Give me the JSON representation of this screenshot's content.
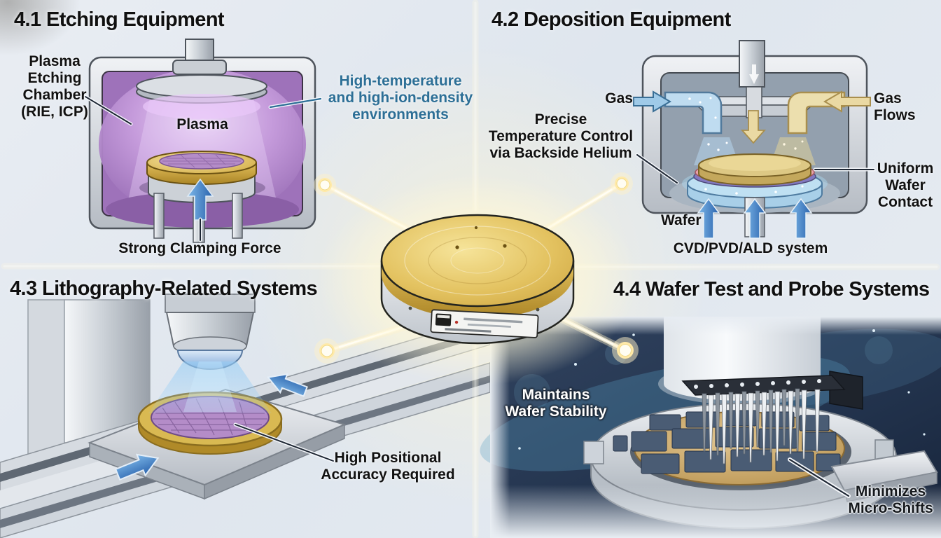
{
  "quadrants": {
    "etching": {
      "title": "4.1 Etching Equipment",
      "chamber_label": "Plasma\nEtching\nChamber\n(RIE, ICP)",
      "plasma_label": "Plasma",
      "environment_label": "High-temperature\nand high-ion-density\nenvironments",
      "clamping_label": "Strong Clamping Force"
    },
    "deposition": {
      "title": "4.2 Deposition Equipment",
      "gas_in_label": "Gas",
      "gas_flows_label": "Gas Flows",
      "temperature_label": "Precise\nTemperature Control\nvia Backside Helium",
      "wafer_label": "Wafer",
      "system_label": "CVD/PVD/ALD system",
      "contact_label": "Uniform\nWafer\nContact"
    },
    "lithography": {
      "title": "4.3 Lithography-Related Systems",
      "accuracy_label": "High Positional\nAccuracy Required"
    },
    "probe": {
      "title": "4.4 Wafer Test and Probe Systems",
      "stability_label": "Maintains\nWafer Stability",
      "micro_shift_label": "Minimizes\nMicro-Shifts"
    }
  },
  "colors": {
    "title_text": "#101010",
    "label_text": "#111111",
    "environment_label": "#2d6f96",
    "plasma_purple": "#a87cc0",
    "chuck_gold": "#d9b952",
    "arrow_blue": "#2f72bf",
    "gas_tan": "#e8d9a8",
    "dark_panel": "#22334d"
  }
}
